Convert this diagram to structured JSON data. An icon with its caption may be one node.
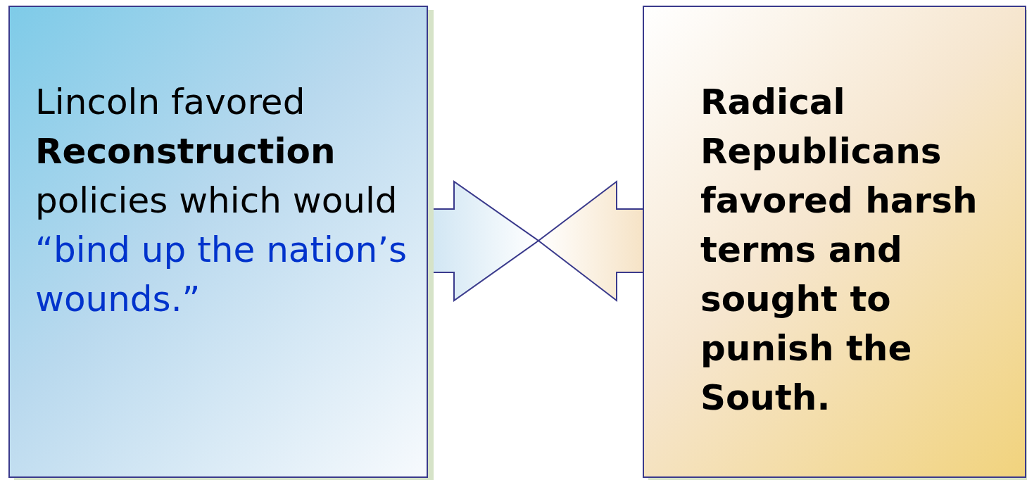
{
  "diagram": {
    "nodes": [
      {
        "text": [
          "Lincoln favored **Reconstruction** policies which would “bind up the nation’s wounds.”"
        ]
      },
      {
        "text": [
          "Radical Republicans favored harsh terms and sought to punish the South."
        ]
      }
    ],
    "edges": [
      {
        "from": 0,
        "to": null,
        "arrow": "to"
      },
      {
        "from": 1,
        "to": null,
        "arrow": "to"
      }
    ]
  }
}
